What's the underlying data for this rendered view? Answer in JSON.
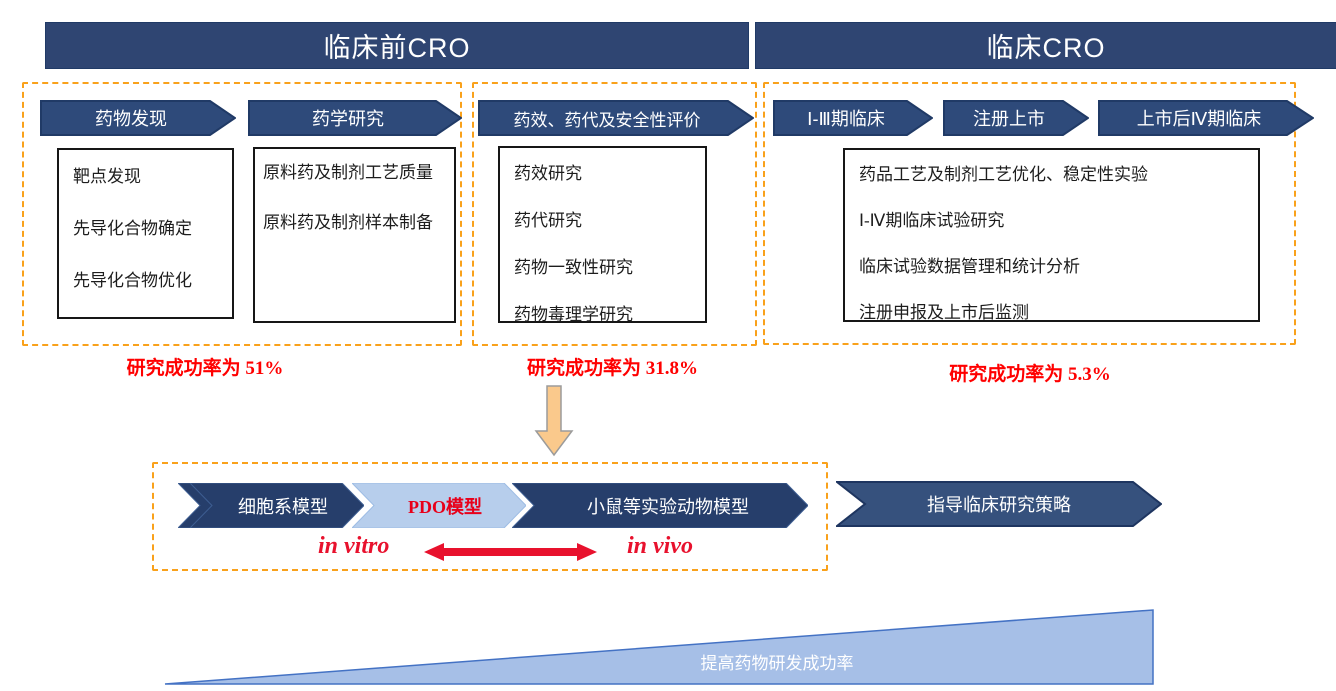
{
  "colors": {
    "navy": "#2F4572",
    "arrow_fill": "#2E4A7A",
    "arrow_stroke": "#203A66",
    "chevron_dark_fill": "#263E6B",
    "chevron_light_fill": "#B7CEEC",
    "strategy_fill": "#36517D",
    "dashed_border": "#F9A11B",
    "success_red": "#FF0000",
    "latin_red": "#E8112D",
    "ramp_fill": "#A6BFE7",
    "ramp_stroke": "#4472C4",
    "down_arrow_fill": "#FAC98C"
  },
  "headers": {
    "preclinical": "临床前CRO",
    "clinical": "临床CRO"
  },
  "preclinical": {
    "stage1": {
      "arrow1": "药物发现",
      "arrow2": "药学研究",
      "box1": {
        "items": [
          "靶点发现",
          "先导化合物确定",
          "先导化合物优化"
        ]
      },
      "box2": {
        "items": [
          "原料药及制剂工艺质量",
          "原料药及制剂样本制备"
        ]
      },
      "success_rate": "研究成功率为 51%"
    },
    "stage2": {
      "arrow": "药效、药代及安全性评价",
      "box": {
        "items": [
          "药效研究",
          "药代研究",
          "药物一致性研究",
          "药物毒理学研究"
        ]
      },
      "success_rate": "研究成功率为 31.8%"
    }
  },
  "clinical": {
    "arrow1": "Ⅰ-Ⅲ期临床",
    "arrow2": "注册上市",
    "arrow3": "上市后Ⅳ期临床",
    "box": {
      "items": [
        "药品工艺及制剂工艺优化、稳定性实验",
        "Ⅰ-Ⅳ期临床试验研究",
        "临床试验数据管理和统计分析",
        "注册申报及上市后监测"
      ]
    },
    "success_rate": "研究成功率为 5.3%"
  },
  "models": {
    "chevron1": "细胞系模型",
    "chevron2": "PDO模型",
    "chevron3": "小鼠等实验动物模型",
    "in_vitro": "in vitro",
    "in_vivo": "in vivo"
  },
  "strategy_arrow": "指导临床研究策略",
  "ramp": {
    "label": "提高药物研发成功率"
  }
}
